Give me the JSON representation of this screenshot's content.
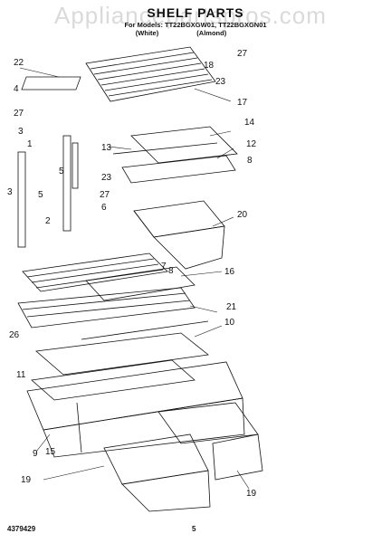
{
  "header": {
    "watermark": "Appliancepartspros.com",
    "title": "SHELF PARTS",
    "models_line": "For Models: TT22BGXGW01, TT22BGXGN01",
    "colors": [
      "(White)",
      "(Almond)"
    ]
  },
  "footer": {
    "doc_number": "4379429",
    "page_number": "5"
  },
  "callouts": [
    "22",
    "4",
    "27",
    "3",
    "1",
    "3",
    "5",
    "2",
    "5",
    "23",
    "27",
    "6",
    "18",
    "27",
    "23",
    "17",
    "14",
    "13",
    "12",
    "8",
    "20",
    "16",
    "7",
    "8",
    "21",
    "10",
    "26",
    "11",
    "9",
    "15",
    "19",
    "19"
  ]
}
